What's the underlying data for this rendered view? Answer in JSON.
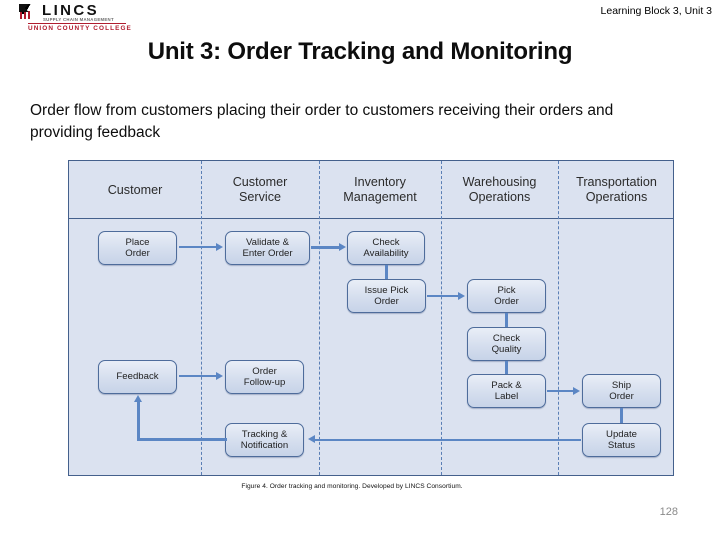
{
  "header": {
    "logo": {
      "wordmark": "LINCS",
      "subtitle": "SUPPLY CHAIN MANAGEMENT",
      "college": "UNION COUNTY COLLEGE",
      "mark_icon": "lincs-star-logo-icon"
    },
    "label": "Learning Block 3, Unit 3"
  },
  "slide": {
    "title": "Unit 3: Order Tracking and Monitoring",
    "body": "Order flow from customers placing their order to customers receiving their orders and providing feedback",
    "figure_caption": "Figure 4. Order tracking and monitoring. Developed by LINCS Consortium.",
    "page_number": "128"
  },
  "colors": {
    "diagram_background": "#dbe2f0",
    "diagram_border": "#44608c",
    "lane_divider": "#5b7fb5",
    "node_border": "#4e6c9b",
    "arrow": "#5b86c4",
    "brand_red": "#b01c2e"
  },
  "diagram": {
    "type": "swimlane-flowchart",
    "lanes": [
      {
        "label": "Customer"
      },
      {
        "label": "Customer\nService",
        "line1": "Customer",
        "line2": "Service"
      },
      {
        "label": "Inventory\nManagement",
        "line1": "Inventory",
        "line2": "Management"
      },
      {
        "label": "Warehousing\nOperations",
        "line1": "Warehousing",
        "line2": "Operations"
      },
      {
        "label": "Transportation\nOperations",
        "line1": "Transportation",
        "line2": "Operations"
      }
    ],
    "nodes": [
      {
        "id": "place-order",
        "lane": "Customer",
        "line1": "Place",
        "line2": "Order"
      },
      {
        "id": "validate-enter-order",
        "lane": "Customer Service",
        "line1": "Validate &",
        "line2": "Enter Order"
      },
      {
        "id": "check-availability",
        "lane": "Inventory Management",
        "line1": "Check",
        "line2": "Availability"
      },
      {
        "id": "issue-pick-order",
        "lane": "Inventory Management",
        "line1": "Issue Pick",
        "line2": "Order"
      },
      {
        "id": "pick-order",
        "lane": "Warehousing Operations",
        "line1": "Pick",
        "line2": "Order"
      },
      {
        "id": "check-quality",
        "lane": "Warehousing Operations",
        "line1": "Check",
        "line2": "Quality"
      },
      {
        "id": "pack-label",
        "lane": "Warehousing Operations",
        "line1": "Pack &",
        "line2": "Label"
      },
      {
        "id": "ship-order",
        "lane": "Transportation Operations",
        "line1": "Ship",
        "line2": "Order"
      },
      {
        "id": "update-status",
        "lane": "Transportation Operations",
        "line1": "Update",
        "line2": "Status"
      },
      {
        "id": "feedback",
        "lane": "Customer",
        "line1": "Feedback",
        "line2": ""
      },
      {
        "id": "order-follow-up",
        "lane": "Customer Service",
        "line1": "Order",
        "line2": "Follow-up"
      },
      {
        "id": "tracking-notification",
        "lane": "Customer Service",
        "line1": "Tracking &",
        "line2": "Notification"
      }
    ],
    "edges": [
      {
        "from": "place-order",
        "to": "validate-enter-order"
      },
      {
        "from": "validate-enter-order",
        "to": "check-availability"
      },
      {
        "from": "check-availability",
        "to": "issue-pick-order"
      },
      {
        "from": "issue-pick-order",
        "to": "pick-order"
      },
      {
        "from": "pick-order",
        "to": "check-quality"
      },
      {
        "from": "check-quality",
        "to": "pack-label"
      },
      {
        "from": "pack-label",
        "to": "ship-order"
      },
      {
        "from": "ship-order",
        "to": "update-status"
      },
      {
        "from": "update-status",
        "to": "tracking-notification"
      },
      {
        "from": "tracking-notification",
        "to": "feedback"
      },
      {
        "from": "feedback",
        "to": "order-follow-up"
      }
    ]
  }
}
